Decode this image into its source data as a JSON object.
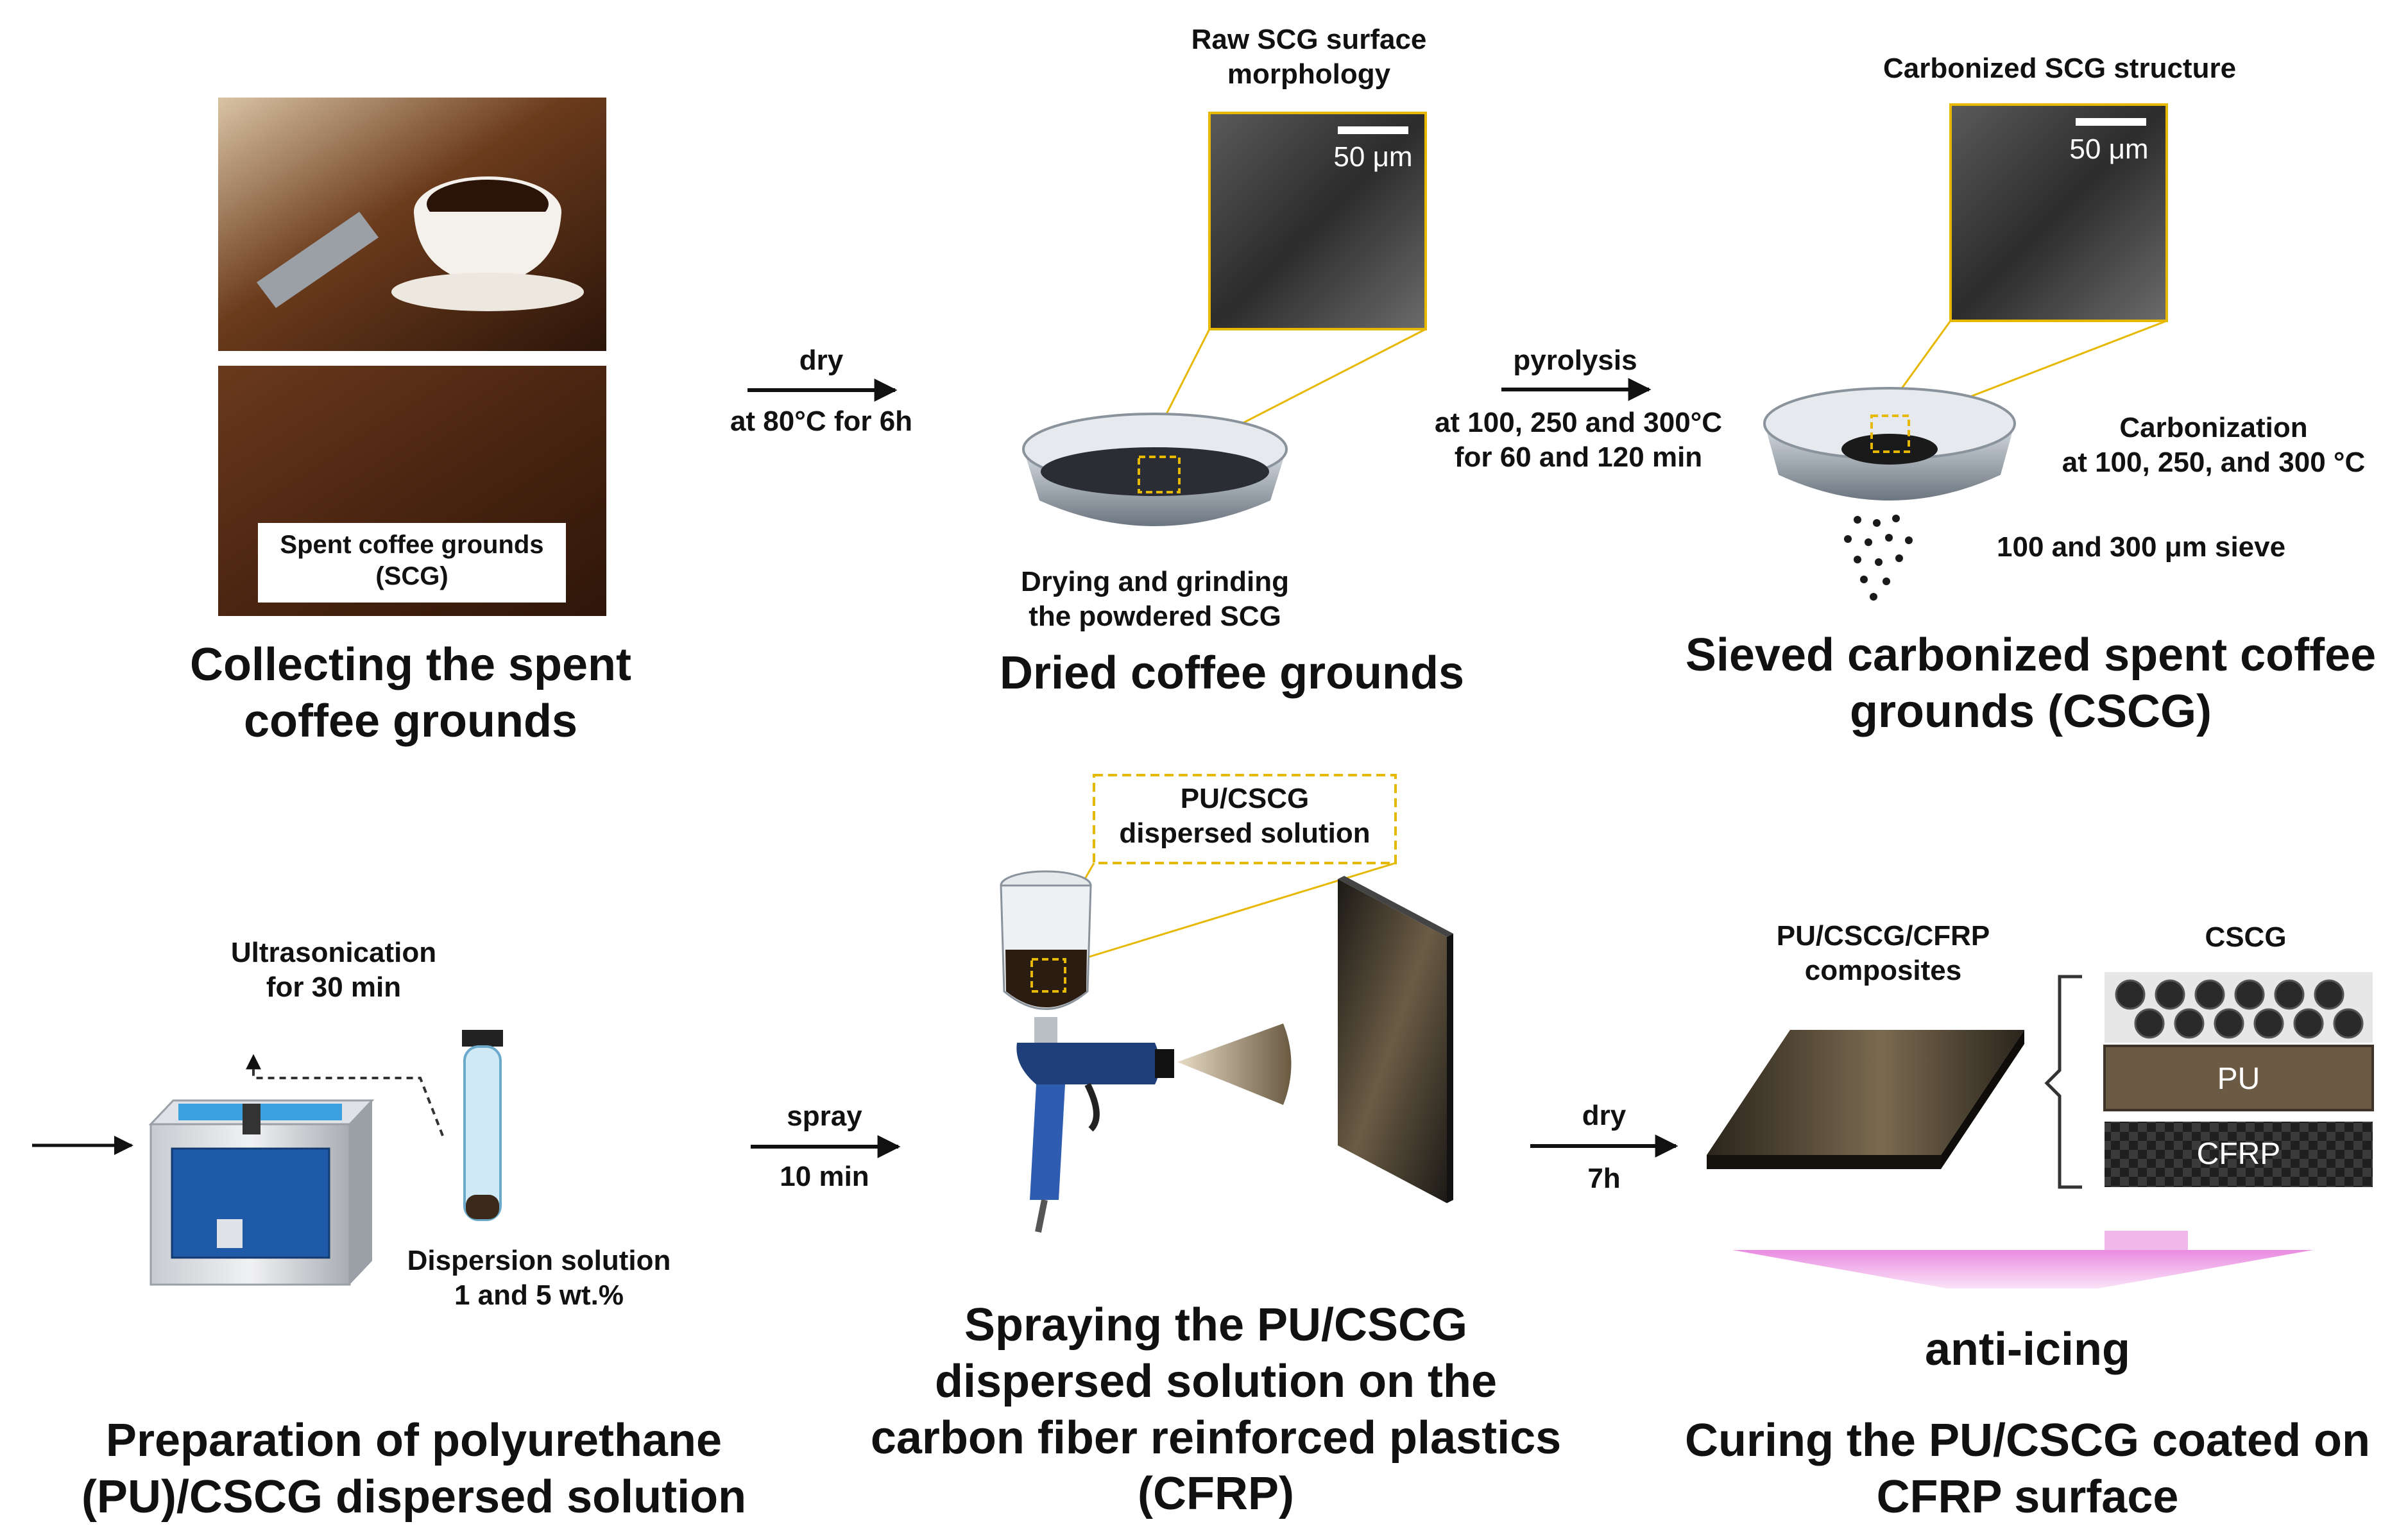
{
  "steps": {
    "collect": {
      "title": "Collecting the spent\ncoffee grounds",
      "photo_label": "Spent coffee grounds\n(SCG)"
    },
    "dried": {
      "title": "Dried coffee grounds",
      "caption": "Drying and grinding\nthe powdered SCG",
      "sem_label": "Raw SCG surface\nmorphology",
      "scale": "50 μm"
    },
    "cscg": {
      "title": "Sieved carbonized spent coffee\ngrounds (CSCG)",
      "sem_label": "Carbonized SCG structure",
      "scale": "50 μm",
      "carbonization": "Carbonization\nat 100, 250, and 300 °C",
      "sieve": "100 and 300 μm sieve"
    },
    "prep": {
      "title": "Preparation of polyurethane\n(PU)/CSCG dispersed solution",
      "ultrasonication": "Ultrasonication\nfor 30 min",
      "dispersion": "Dispersion solution\n1 and 5 wt.%"
    },
    "spray": {
      "title": "Spraying the PU/CSCG\ndispersed solution on the\ncarbon fiber reinforced plastics\n(CFRP)",
      "callout": "PU/CSCG\ndispersed solution"
    },
    "cure": {
      "title": "Curing the PU/CSCG coated on\nCFRP surface",
      "composite_label": "PU/CSCG/CFRP\ncomposites",
      "layer_top": "CSCG",
      "layer_pu": "PU",
      "layer_cfrp": "CFRP",
      "result": "anti-icing"
    }
  },
  "arrows": {
    "dry1": {
      "top": "dry",
      "bottom": "at 80°C for 6h"
    },
    "pyrolysis": {
      "top": "pyrolysis",
      "bottom": "at 100, 250 and 300°C\nfor 60 and 120 min"
    },
    "spray": {
      "top": "spray",
      "bottom": "10 min"
    },
    "dry2": {
      "top": "dry",
      "bottom": "7h"
    }
  },
  "colors": {
    "callout": "#e6b800",
    "arrow": "#111111",
    "anti_icing": "#e98be0"
  }
}
